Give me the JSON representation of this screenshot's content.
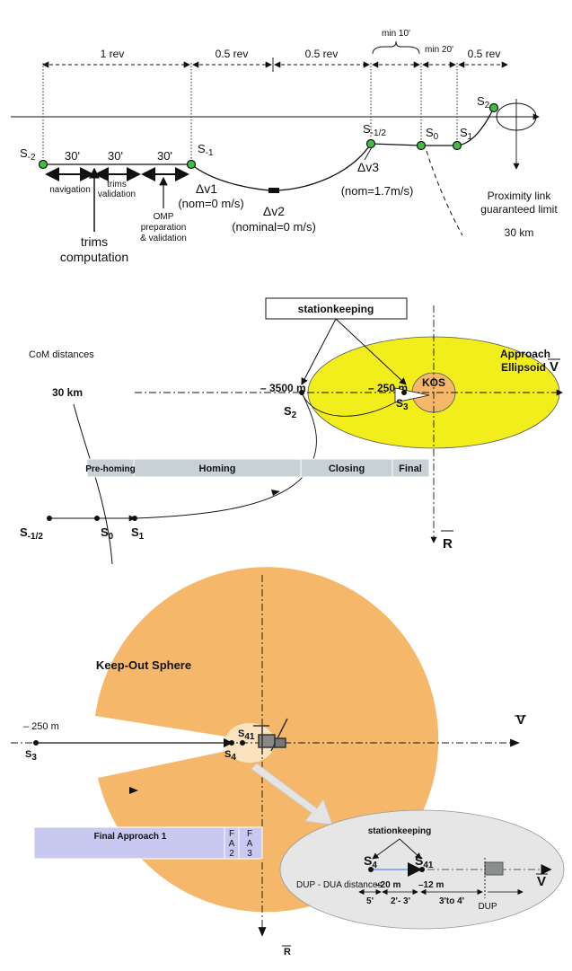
{
  "panel1": {
    "revs": [
      "1 rev",
      "0.5 rev",
      "0.5 rev",
      "min 10'",
      "min 20'",
      "0.5 rev"
    ],
    "points": {
      "s_m2": "S",
      "s_m2_sub": "-2",
      "s_m1": "S",
      "s_m1_sub": "-1",
      "s_mhalf": "S",
      "s_mhalf_sub": "-1/2",
      "s0": "S",
      "s0_sub": "0",
      "s1": "S",
      "s1_sub": "1",
      "s2": "S",
      "s2_sub": "2"
    },
    "durations": [
      "30'",
      "30'",
      "30'"
    ],
    "navigation": "navigation",
    "trims_validation_1": "trims",
    "trims_validation_2": "validation",
    "trims_comp_1": "trims",
    "trims_comp_2": "computation",
    "omp_1": "OMP",
    "omp_2": "preparation",
    "omp_3": "& validation",
    "dv1": "Δv1",
    "dv1_nom": "(nom=0 m/s)",
    "dv2": "Δv2",
    "dv2_nom": "(nominal=0 m/s)",
    "dv3": "Δv3",
    "dv3_nom": "(nom=1.7m/s)",
    "prox_1": "Proximity link",
    "prox_2": "guaranteed limit",
    "prox_3": "30 km"
  },
  "panel2": {
    "stationkeeping": "stationkeeping",
    "com_distances": "CoM distances",
    "approach_1": "Approach",
    "approach_2": "Ellipsoid",
    "v_axis": "V",
    "r_axis": "R",
    "km30": "30 km",
    "d3500": "– 3500 m",
    "d250": "– 250 m",
    "kos": "KOS",
    "phases": [
      "Pre-homing",
      "Homing",
      "Closing",
      "Final"
    ],
    "points": {
      "s2": "S",
      "s2_sub": "2",
      "s3": "S",
      "s3_sub": "3",
      "s_mhalf": "S",
      "s_mhalf_sub": "-1/2",
      "s0": "S",
      "s0_sub": "0",
      "s1": "S",
      "s1_sub": "1"
    }
  },
  "panel3": {
    "keep_out": "Keep-Out Sphere",
    "d250": "– 250 m",
    "v_axis": "V",
    "r_axis": "R",
    "points": {
      "s3": "S",
      "s3_sub": "3",
      "s4": "S",
      "s4_sub": "4",
      "s41": "S",
      "s41_sub": "41"
    },
    "fa1": "Final Approach 1",
    "fa2": [
      "F",
      "A",
      "2"
    ],
    "fa3": [
      "F",
      "A",
      "3"
    ],
    "inset": {
      "stationkeeping": "stationkeeping",
      "s4": "S",
      "s4_sub": "4",
      "s41": "S",
      "s41_sub": "41",
      "dup_line": "DUP - DUA distances",
      "d20": "–20 m",
      "d12": "–12 m",
      "t5": "5'",
      "t23": "2'- 3'",
      "t34": "3'to 4'",
      "dup": "DUP",
      "v_axis": "V"
    }
  },
  "colors": {
    "green_marker": "#3fbf3f",
    "yellow_ellipsoid": "#f2ee1c",
    "kos_orange": "#f5b86b",
    "phase_bar": "#c8d2d6",
    "fa_bar": "#c8c8f0",
    "inset_grey": "#e6e6e6"
  }
}
